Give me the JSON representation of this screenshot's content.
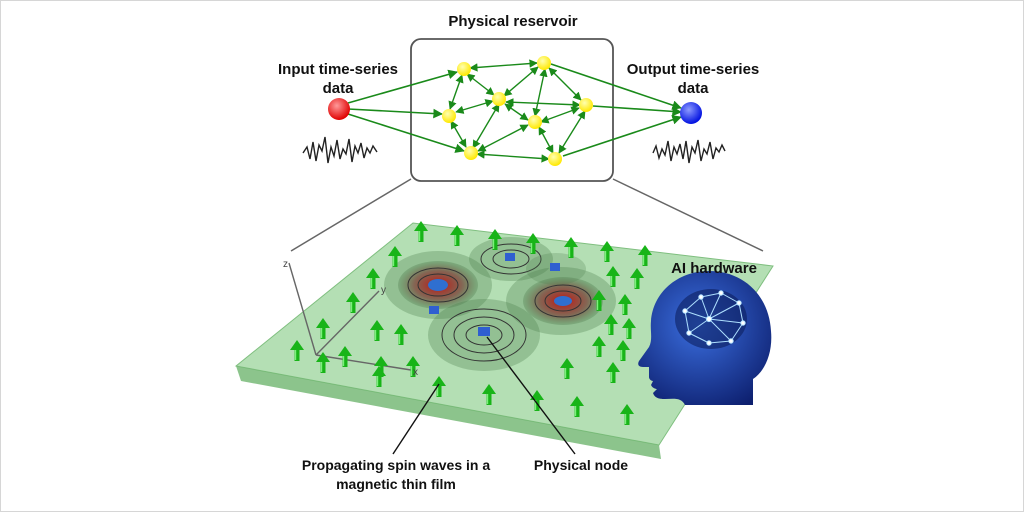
{
  "title": "Physical reservoir",
  "input_label": [
    "Input time-series",
    "data"
  ],
  "output_label": [
    "Output time-series",
    "data"
  ],
  "ai_label": "AI hardware",
  "spin_label": [
    "Propagating spin waves in a",
    "magnetic thin film"
  ],
  "node_label": "Physical node",
  "axes": {
    "x": "x",
    "y": "y",
    "z": "z"
  },
  "colors": {
    "input_node": "#ff1a1a",
    "output_node": "#0a1aff",
    "reservoir_node": "#ffff33",
    "connection": "#1a8a1a",
    "film": "#8fd18f",
    "spin_arrow": "#18b418",
    "head": "#1a2f8f"
  }
}
